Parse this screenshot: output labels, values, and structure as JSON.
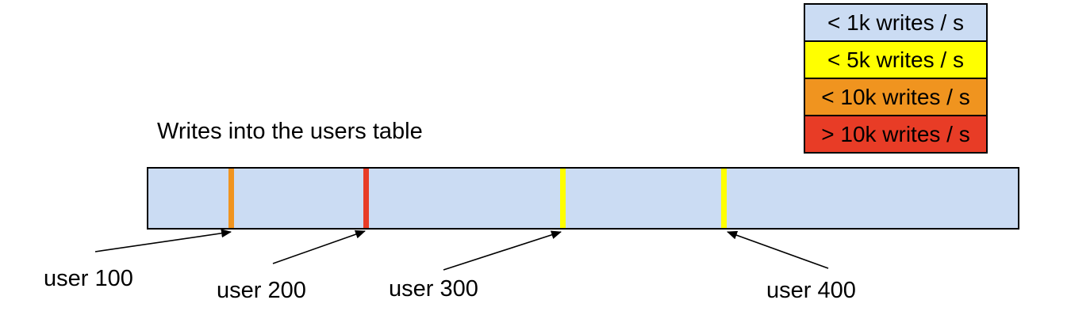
{
  "title": "Writes into the users table",
  "legend": {
    "items": [
      {
        "label": "< 1k writes / s",
        "color": "#CBDCF3"
      },
      {
        "label": "< 5k writes / s",
        "color": "#FFFF00"
      },
      {
        "label": "< 10k writes / s",
        "color": "#F0941F"
      },
      {
        "label": "> 10k writes / s",
        "color": "#E83C26"
      }
    ]
  },
  "bar": {
    "fill_color": "#CBDCF3",
    "border_color": "#000000",
    "markers": [
      {
        "user_label": "user 100",
        "rate": "< 10k writes / s",
        "color": "#F0941F"
      },
      {
        "user_label": "user 200",
        "rate": "> 10k writes / s",
        "color": "#E83C26"
      },
      {
        "user_label": "user 300",
        "rate": "< 5k writes / s",
        "color": "#FFFF00"
      },
      {
        "user_label": "user 400",
        "rate": "< 5k writes / s",
        "color": "#FFFF00"
      }
    ]
  }
}
